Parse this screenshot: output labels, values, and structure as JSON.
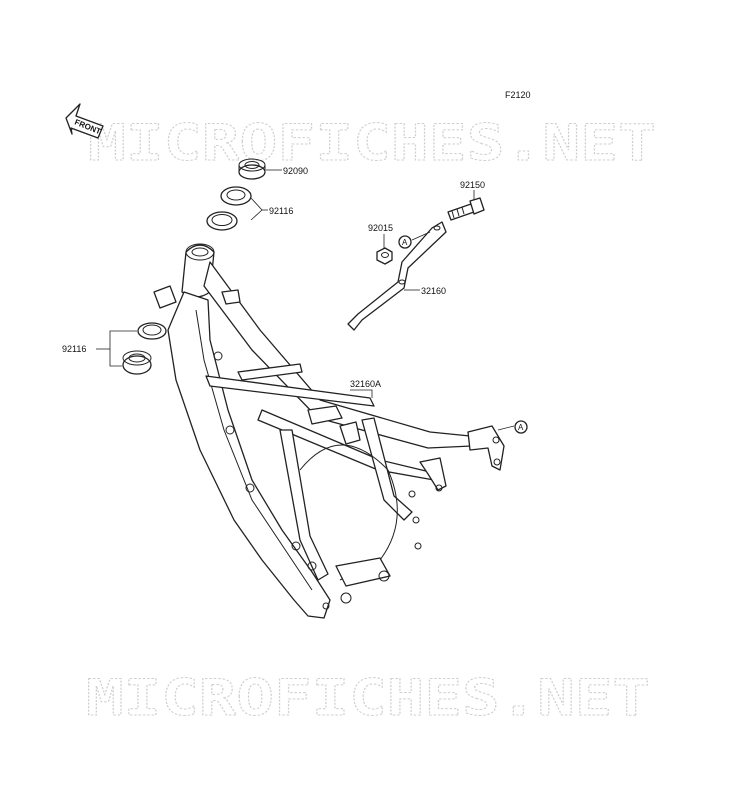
{
  "watermark": {
    "text": "MICROFICHES.NET"
  },
  "figure_code": "F2120",
  "front_badge": "FRONT",
  "ref_marker": "A",
  "callouts": {
    "p92090": "92090",
    "p92116_upper": "92116",
    "p92116_lower": "92116",
    "p92150": "92150",
    "p92015": "92015",
    "p32160": "32160",
    "p32160A": "32160A"
  },
  "colors": {
    "ink": "#222222",
    "watermark": "#cfcfcf",
    "background": "#ffffff"
  }
}
